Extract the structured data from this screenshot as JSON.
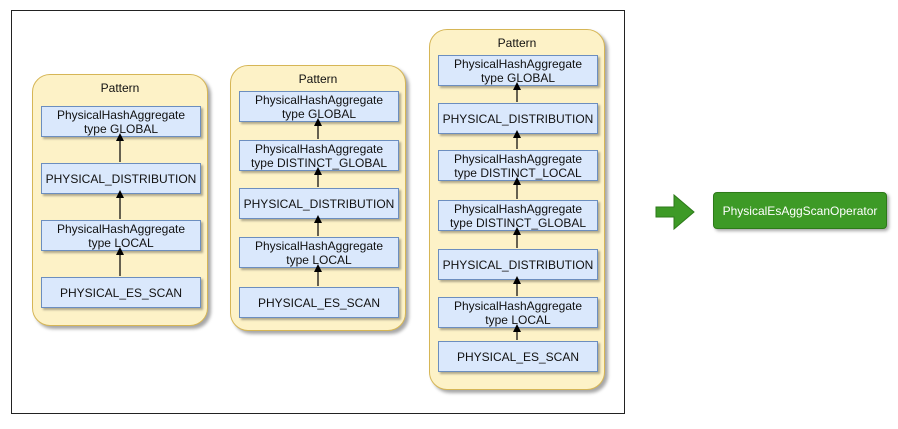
{
  "colors": {
    "pattern_fill": "#fdf2c7",
    "pattern_border": "#d6b656",
    "node_fill": "#dae8fc",
    "node_border": "#6c8ebf",
    "arrow_green": "#3d9a26",
    "result_fill": "#3d9a26"
  },
  "patterns": [
    {
      "title": "Pattern",
      "nodes": [
        "PhysicalHashAggregate\ntype GLOBAL",
        "PHYSICAL_DISTRIBUTION",
        "PhysicalHashAggregate\ntype LOCAL",
        "PHYSICAL_ES_SCAN"
      ]
    },
    {
      "title": "Pattern",
      "nodes": [
        "PhysicalHashAggregate\ntype GLOBAL",
        "PhysicalHashAggregate\ntype DISTINCT_GLOBAL",
        "PHYSICAL_DISTRIBUTION",
        "PhysicalHashAggregate\ntype LOCAL",
        "PHYSICAL_ES_SCAN"
      ]
    },
    {
      "title": "Pattern",
      "nodes": [
        "PhysicalHashAggregate\ntype GLOBAL",
        "PHYSICAL_DISTRIBUTION",
        "PhysicalHashAggregate\ntype DISTINCT_LOCAL",
        "PhysicalHashAggregate\ntype DISTINCT_GLOBAL",
        "PHYSICAL_DISTRIBUTION",
        "PhysicalHashAggregate\ntype LOCAL",
        "PHYSICAL_ES_SCAN"
      ]
    }
  ],
  "result": {
    "label": "PhysicalEsAggScanOperator",
    "arrow_icon": "right-arrow-icon"
  }
}
